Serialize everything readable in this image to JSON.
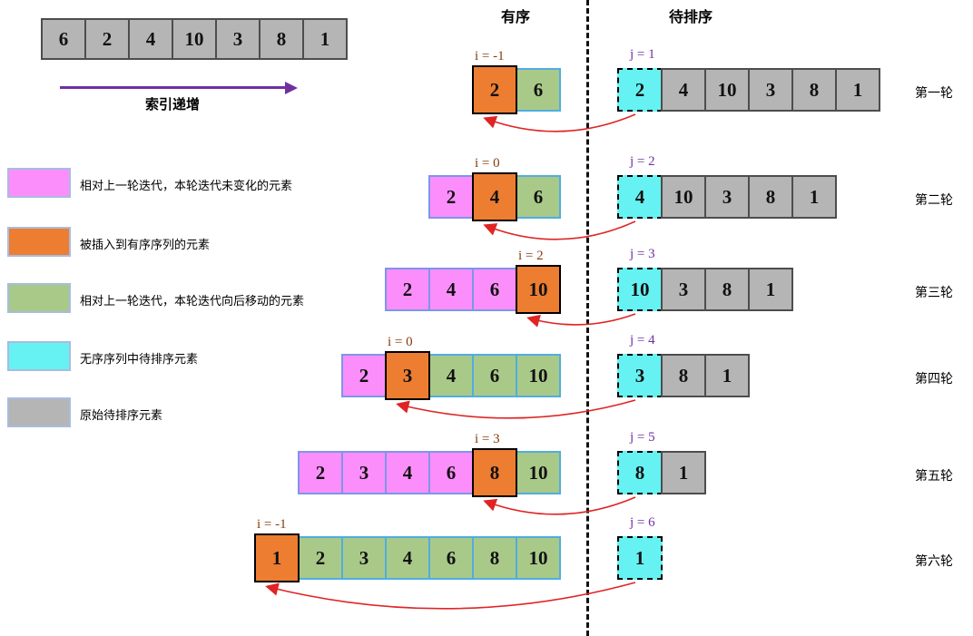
{
  "header": {
    "sorted_label": "有序",
    "unsorted_label": "待排序"
  },
  "intro": {
    "array": [
      6,
      2,
      4,
      10,
      3,
      8,
      1
    ],
    "arrow_label": "索引递增"
  },
  "legend": [
    {
      "color_key": "pink",
      "label": "相对上一轮迭代，本轮迭代未变化的元素"
    },
    {
      "color_key": "orange",
      "label": "被插入到有序序列的元素"
    },
    {
      "color_key": "green",
      "label": "相对上一轮迭代，本轮迭代向后移动的元素"
    },
    {
      "color_key": "cyan",
      "label": "无序序列中待排序元素"
    },
    {
      "color_key": "gray",
      "label": "原始待排序元素"
    }
  ],
  "colors": {
    "pink": "#FC8EFC",
    "orange": "#ED7D31",
    "green": "#A9C989",
    "cyan": "#66F2F2",
    "gray": "#B5B5B5",
    "i_label": "#843C0C",
    "j_label": "#7030A0",
    "move_arrow": "#E02424",
    "index_arrow": "#7030A0"
  },
  "rounds": [
    {
      "name": "第一轮",
      "i_label": "i = -1",
      "j_label": "j = 1",
      "sorted": [
        {
          "v": 2,
          "t": "orange"
        },
        {
          "v": 6,
          "t": "green"
        }
      ],
      "unsorted": [
        {
          "v": 2,
          "t": "cyan"
        },
        {
          "v": 4,
          "t": "gray"
        },
        {
          "v": 10,
          "t": "gray"
        },
        {
          "v": 3,
          "t": "gray"
        },
        {
          "v": 8,
          "t": "gray"
        },
        {
          "v": 1,
          "t": "gray"
        }
      ]
    },
    {
      "name": "第二轮",
      "i_label": "i = 0",
      "j_label": "j = 2",
      "sorted": [
        {
          "v": 2,
          "t": "pink"
        },
        {
          "v": 4,
          "t": "orange"
        },
        {
          "v": 6,
          "t": "green"
        }
      ],
      "unsorted": [
        {
          "v": 4,
          "t": "cyan"
        },
        {
          "v": 10,
          "t": "gray"
        },
        {
          "v": 3,
          "t": "gray"
        },
        {
          "v": 8,
          "t": "gray"
        },
        {
          "v": 1,
          "t": "gray"
        }
      ]
    },
    {
      "name": "第三轮",
      "i_label": "i = 2",
      "j_label": "j = 3",
      "sorted": [
        {
          "v": 2,
          "t": "pink"
        },
        {
          "v": 4,
          "t": "pink"
        },
        {
          "v": 6,
          "t": "pink"
        },
        {
          "v": 10,
          "t": "orange"
        }
      ],
      "unsorted": [
        {
          "v": 10,
          "t": "cyan"
        },
        {
          "v": 3,
          "t": "gray"
        },
        {
          "v": 8,
          "t": "gray"
        },
        {
          "v": 1,
          "t": "gray"
        }
      ]
    },
    {
      "name": "第四轮",
      "i_label": "i = 0",
      "j_label": "j = 4",
      "sorted": [
        {
          "v": 2,
          "t": "pink"
        },
        {
          "v": 3,
          "t": "orange"
        },
        {
          "v": 4,
          "t": "green"
        },
        {
          "v": 6,
          "t": "green"
        },
        {
          "v": 10,
          "t": "green"
        }
      ],
      "unsorted": [
        {
          "v": 3,
          "t": "cyan"
        },
        {
          "v": 8,
          "t": "gray"
        },
        {
          "v": 1,
          "t": "gray"
        }
      ]
    },
    {
      "name": "第五轮",
      "i_label": "i = 3",
      "j_label": "j = 5",
      "sorted": [
        {
          "v": 2,
          "t": "pink"
        },
        {
          "v": 3,
          "t": "pink"
        },
        {
          "v": 4,
          "t": "pink"
        },
        {
          "v": 6,
          "t": "pink"
        },
        {
          "v": 8,
          "t": "orange"
        },
        {
          "v": 10,
          "t": "green"
        }
      ],
      "unsorted": [
        {
          "v": 8,
          "t": "cyan"
        },
        {
          "v": 1,
          "t": "gray"
        }
      ]
    },
    {
      "name": "第六轮",
      "i_label": "i = -1",
      "j_label": "j = 6",
      "sorted": [
        {
          "v": 1,
          "t": "orange"
        },
        {
          "v": 2,
          "t": "green"
        },
        {
          "v": 3,
          "t": "green"
        },
        {
          "v": 4,
          "t": "green"
        },
        {
          "v": 6,
          "t": "green"
        },
        {
          "v": 8,
          "t": "green"
        },
        {
          "v": 10,
          "t": "green"
        }
      ],
      "unsorted": [
        {
          "v": 1,
          "t": "cyan"
        }
      ]
    }
  ]
}
